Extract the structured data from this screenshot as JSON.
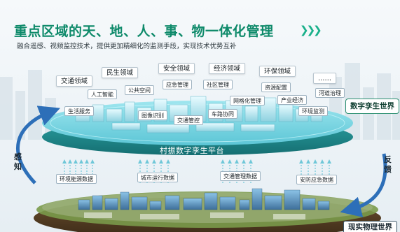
{
  "header": {
    "title": "重点区域的天、地、人、事、物一体化管理",
    "chevrons": "❯❯❯",
    "subtitle": "融合遥感、视频监控技术，提供更加精细化的监测手段，实现技术优势互补"
  },
  "domains": [
    "交通领域",
    "民生领域",
    "安全领域",
    "经济领域",
    "环保领域",
    "……"
  ],
  "services": [
    "人工智能",
    "公共空间",
    "应急管理",
    "社区管理",
    "资源配置",
    "河道治理",
    "生活服务",
    "图像识别",
    "交通管控",
    "车路协同",
    "网格化管理",
    "产业经济",
    "环境监测"
  ],
  "platform_label": "村振数字孪生平台",
  "digital_twin_label": "数字孪生世界",
  "real_world_label": "现实物理世界",
  "side_labels": {
    "left": "感知",
    "right": "反馈"
  },
  "data_flows": [
    "环境能源数据",
    "城市运行数据",
    "交通管理数据",
    "安防应急数据"
  ],
  "colors": {
    "title_green": "#0e8a6a",
    "platform_teal": "#1f8f88",
    "arrow_blue": "#2d6fb8",
    "city_glow": "#6fe3e0"
  }
}
